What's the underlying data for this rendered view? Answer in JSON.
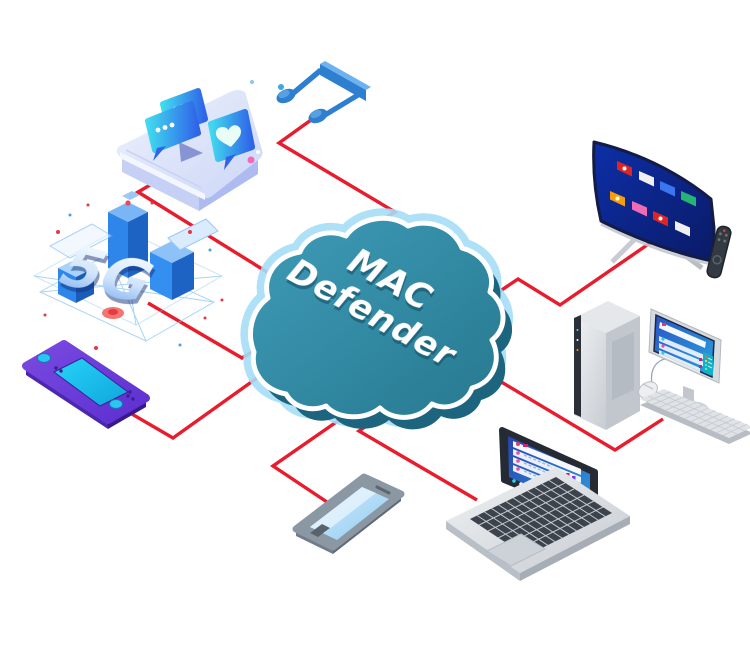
{
  "diagram": {
    "type": "network-illustration",
    "product_name": "MAC Defender",
    "cloud": {
      "label_line1": "MAC",
      "label_line2": "Defender",
      "body_color": "#2f85a2",
      "glow_color": "#a5def6",
      "outline_color": "#ffffff"
    },
    "link_color": "#e81c2c",
    "nodes": [
      {
        "id": "cloud",
        "label": "MAC Defender"
      },
      {
        "id": "media-platform",
        "label": ""
      },
      {
        "id": "5g-network",
        "label": "5G"
      },
      {
        "id": "music-note",
        "label": ""
      },
      {
        "id": "game-console",
        "label": ""
      },
      {
        "id": "smartphone",
        "label": ""
      },
      {
        "id": "laptop",
        "label": ""
      },
      {
        "id": "desktop-pc",
        "label": ""
      },
      {
        "id": "smart-tv",
        "label": ""
      }
    ],
    "edges": [
      {
        "from": "media-platform",
        "to": "cloud"
      },
      {
        "from": "music-note",
        "to": "cloud"
      },
      {
        "from": "5g-network",
        "to": "cloud"
      },
      {
        "from": "game-console",
        "to": "cloud"
      },
      {
        "from": "smartphone",
        "to": "cloud"
      },
      {
        "from": "laptop",
        "to": "cloud"
      },
      {
        "from": "desktop-pc",
        "to": "cloud"
      },
      {
        "from": "smart-tv",
        "to": "cloud"
      }
    ]
  }
}
